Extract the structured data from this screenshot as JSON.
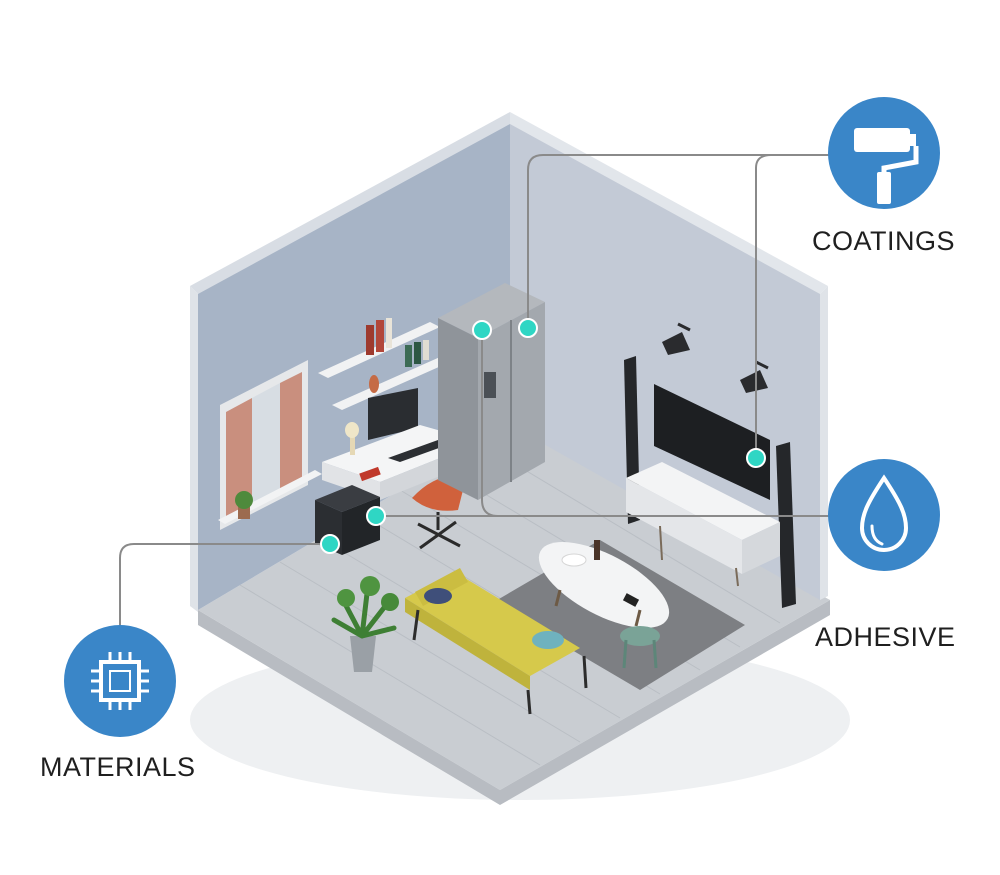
{
  "colors": {
    "accent_blue": "#3a86c8",
    "marker_teal": "#2fd6c4",
    "connector_gray": "#8a8a8a",
    "wall": "#a9b6c8",
    "floor": "#c9cdd2"
  },
  "categories": [
    {
      "key": "coatings",
      "label": "COATINGS",
      "icon": "paint-roller-icon"
    },
    {
      "key": "adhesive",
      "label": "ADHESIVE",
      "icon": "water-drop-icon"
    },
    {
      "key": "materials",
      "label": "MATERIALS",
      "icon": "microchip-icon"
    }
  ]
}
